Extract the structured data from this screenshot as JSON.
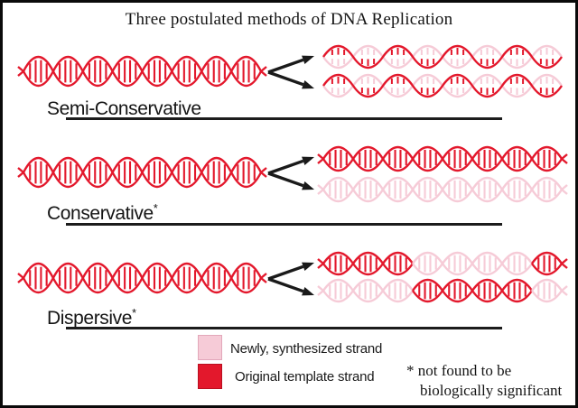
{
  "title": "Three postulated methods of DNA Replication",
  "colors": {
    "original": "#e3182c",
    "original_border": "#b90f20",
    "new": "#f6cbd7",
    "new_border": "#e2a7ba",
    "ink": "#1a1a1a"
  },
  "rows": [
    {
      "label": "Semi-Conservative",
      "marker": "",
      "parent": {
        "mode": "eye",
        "segments": [
          "O",
          "O",
          "O",
          "O",
          "O",
          "O",
          "O",
          "O"
        ]
      },
      "products": [
        {
          "mode": "strand",
          "top": "O",
          "bottom": "N"
        },
        {
          "mode": "strand",
          "top": "O",
          "bottom": "N"
        }
      ]
    },
    {
      "label": "Conservative",
      "marker": "*",
      "parent": {
        "mode": "eye",
        "segments": [
          "O",
          "O",
          "O",
          "O",
          "O",
          "O",
          "O",
          "O"
        ]
      },
      "products": [
        {
          "mode": "eye",
          "segments": [
            "O",
            "O",
            "O",
            "O",
            "O",
            "O",
            "O",
            "O"
          ]
        },
        {
          "mode": "eye",
          "segments": [
            "N",
            "N",
            "N",
            "N",
            "N",
            "N",
            "N",
            "N"
          ]
        }
      ]
    },
    {
      "label": "Dispersive",
      "marker": "*",
      "parent": {
        "mode": "eye",
        "segments": [
          "O",
          "O",
          "O",
          "O",
          "O",
          "O",
          "O",
          "O"
        ]
      },
      "products": [
        {
          "mode": "eye",
          "segments": [
            "O",
            "O",
            "O",
            "N",
            "N",
            "N",
            "N",
            "O"
          ]
        },
        {
          "mode": "eye",
          "segments": [
            "N",
            "N",
            "N",
            "O",
            "O",
            "O",
            "O",
            "N"
          ]
        }
      ]
    }
  ],
  "legend": {
    "items": [
      {
        "color_key": "new",
        "label": "Newly, synthesized strand"
      },
      {
        "color_key": "original",
        "label": "Original template strand"
      }
    ]
  },
  "footnote": {
    "marker": "*",
    "line1": "not found to be",
    "line2": "biologically significant"
  }
}
